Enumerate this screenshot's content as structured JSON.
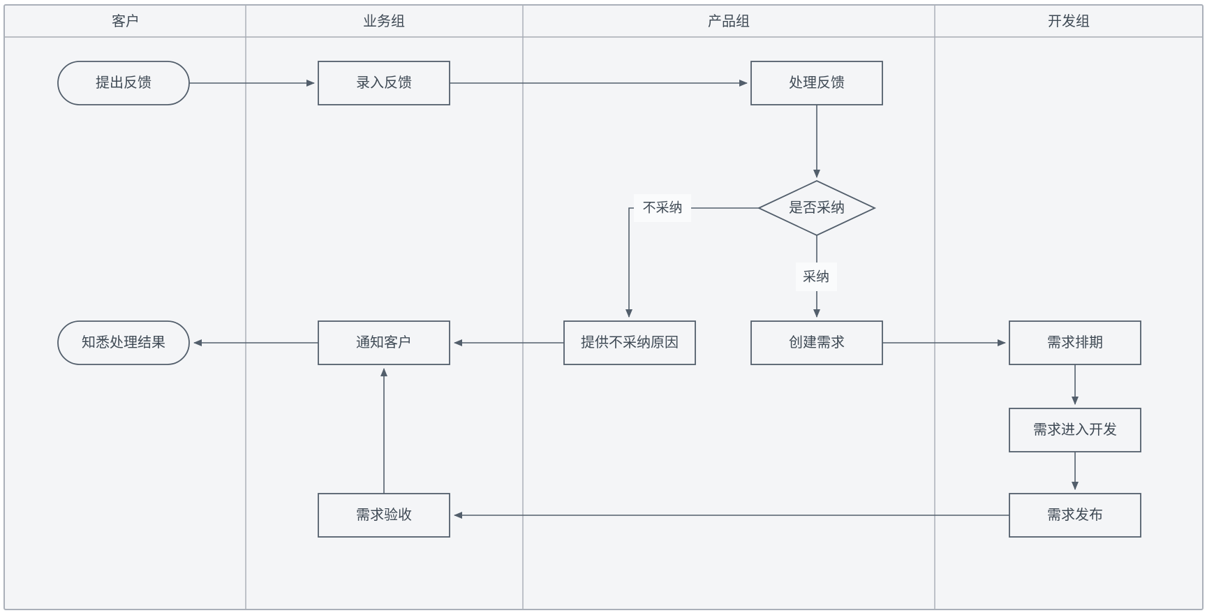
{
  "diagram": {
    "type": "swimlane-flowchart",
    "colors": {
      "canvas_background": "#f4f5f7",
      "outer_border": "#aab0b9",
      "lane_line": "#a6abb4",
      "shape_stroke": "#525e6b",
      "text": "#3e4954",
      "edge_label_background": "#fafbfc"
    },
    "lanes": [
      {
        "id": "customer",
        "label": "客户"
      },
      {
        "id": "business",
        "label": "业务组"
      },
      {
        "id": "product",
        "label": "产品组"
      },
      {
        "id": "dev",
        "label": "开发组"
      }
    ],
    "nodes": [
      {
        "id": "submit-feedback",
        "shape": "stadium",
        "lane": "客户",
        "label": "提出反馈"
      },
      {
        "id": "enter-feedback",
        "shape": "rect",
        "lane": "业务组",
        "label": "录入反馈"
      },
      {
        "id": "process-feedback",
        "shape": "rect",
        "lane": "产品组",
        "label": "处理反馈"
      },
      {
        "id": "adopt-decision",
        "shape": "diamond",
        "lane": "产品组",
        "label": "是否采纳"
      },
      {
        "id": "provide-reason",
        "shape": "rect",
        "lane": "产品组",
        "label": "提供不采纳原因"
      },
      {
        "id": "create-requirement",
        "shape": "rect",
        "lane": "产品组",
        "label": "创建需求"
      },
      {
        "id": "notify-customer",
        "shape": "rect",
        "lane": "业务组",
        "label": "通知客户"
      },
      {
        "id": "know-result",
        "shape": "stadium",
        "lane": "客户",
        "label": "知悉处理结果"
      },
      {
        "id": "schedule-requirement",
        "shape": "rect",
        "lane": "开发组",
        "label": "需求排期"
      },
      {
        "id": "start-development",
        "shape": "rect",
        "lane": "开发组",
        "label": "需求进入开发"
      },
      {
        "id": "release-requirement",
        "shape": "rect",
        "lane": "开发组",
        "label": "需求发布"
      },
      {
        "id": "accept-requirement",
        "shape": "rect",
        "lane": "业务组",
        "label": "需求验收"
      }
    ],
    "edge_labels": [
      {
        "id": "not-adopted",
        "label": "不采纳"
      },
      {
        "id": "adopted",
        "label": "采纳"
      }
    ]
  }
}
